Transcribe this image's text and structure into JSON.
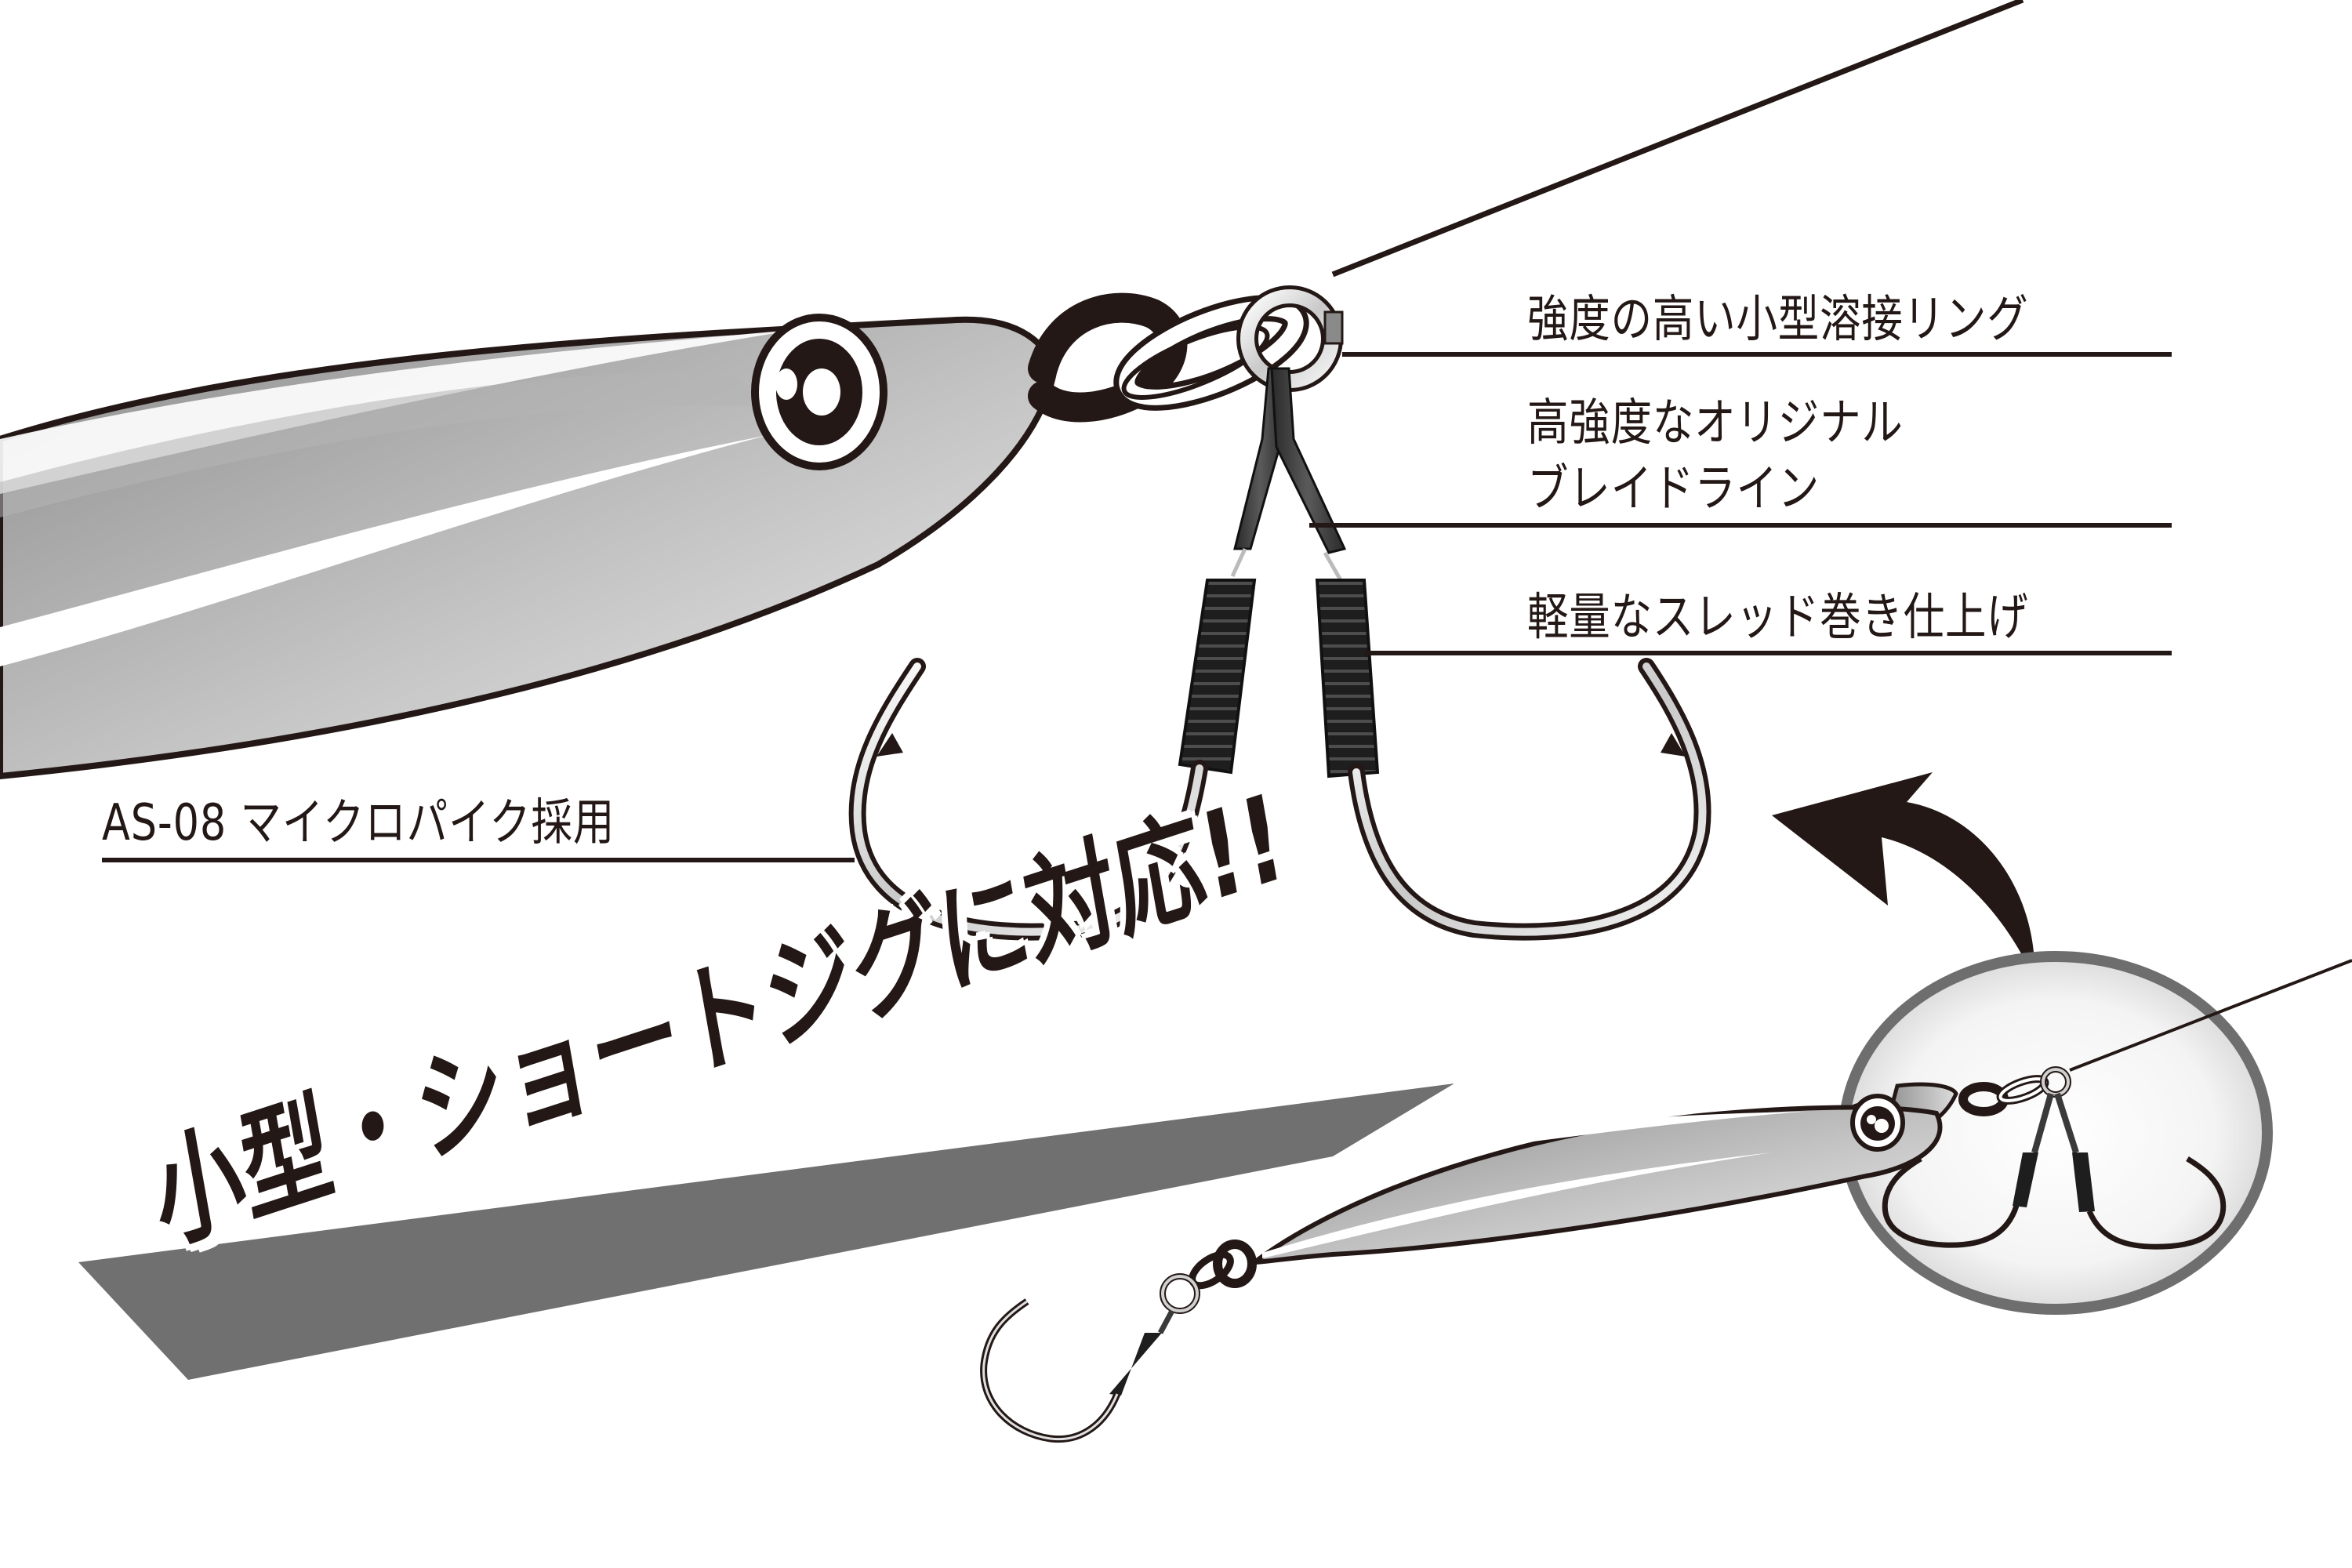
{
  "callouts": {
    "ring": "強度の高い小型溶接リング",
    "braid_line1": "高強度なオリジナル",
    "braid_line2": "ブレイドライン",
    "thread": "軽量なスレッド巻き仕上げ",
    "hook": "AS-08 マイクロパイク採用"
  },
  "banner": {
    "text": "小型・ショートジグに対応!!"
  },
  "colors": {
    "ink": "#231815",
    "banner_gray": "#707070",
    "metal_dark": "#9a9a9a",
    "metal_light": "#e6e6e6",
    "circle_border": "#6e6e6e",
    "background": "#ffffff"
  },
  "illustrations": [
    "large-jig-closeup",
    "assist-hook-pair",
    "solid-ring",
    "braid-line",
    "thread-wrap",
    "curved-arrow",
    "small-jig-overview",
    "magnifier-circle"
  ]
}
